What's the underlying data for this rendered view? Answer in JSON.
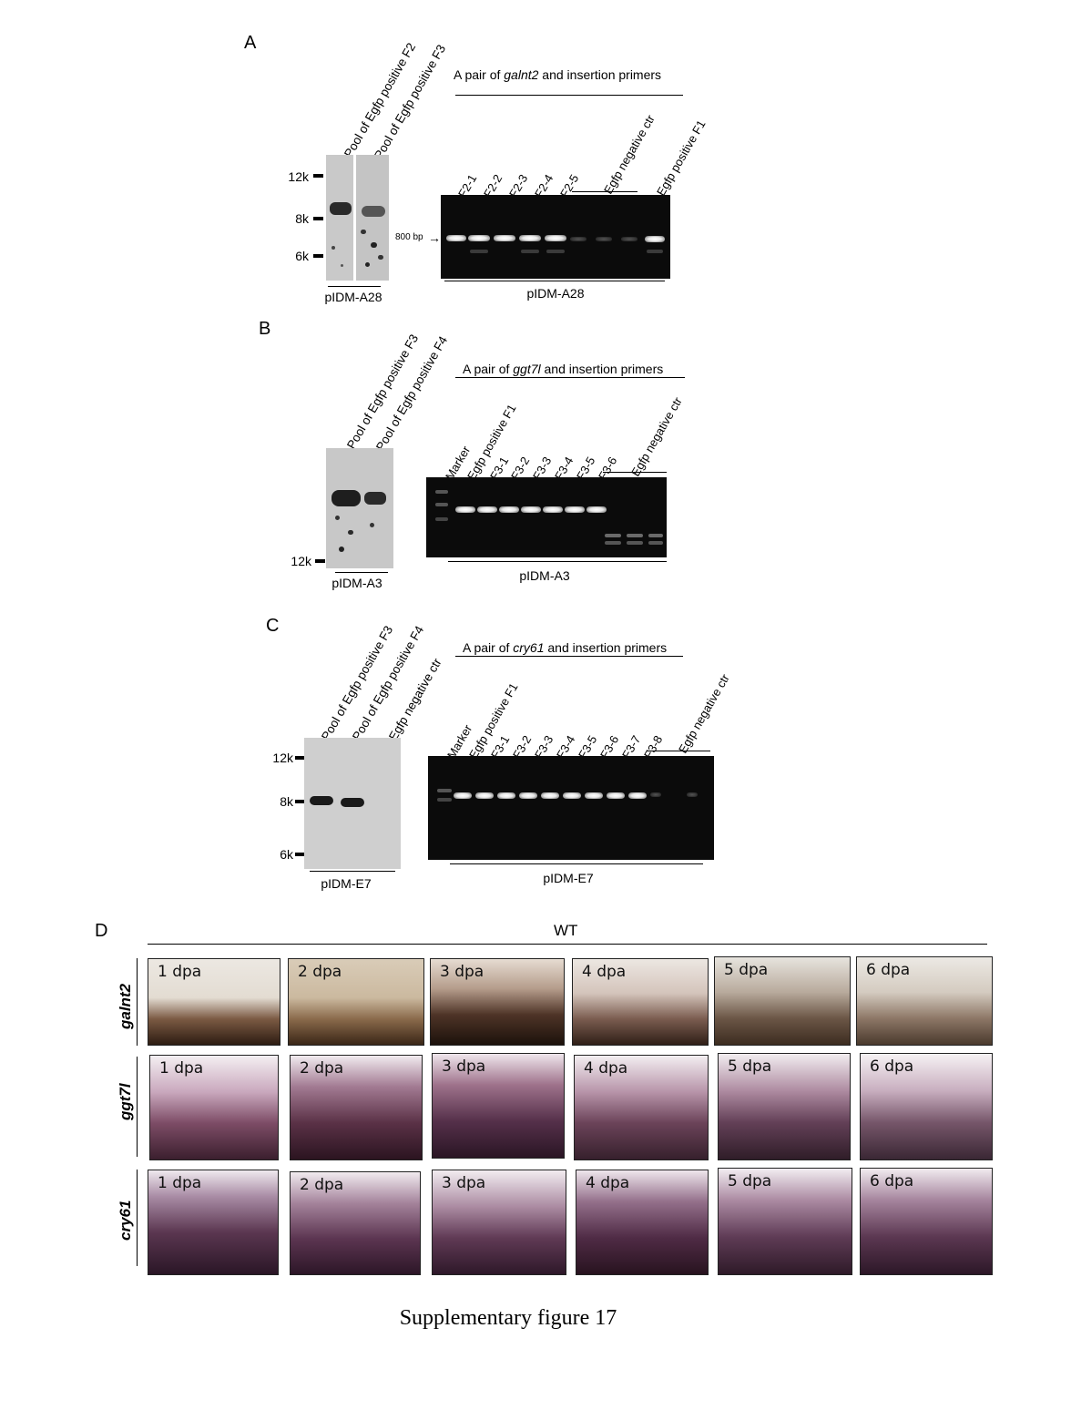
{
  "caption": "Supplementary figure 17",
  "panelA": {
    "label": "A",
    "blot_lanes": [
      "Pool of Egfp positive F2",
      "Pool of Egfp positive F3"
    ],
    "blot_sizes": [
      "12k",
      "8k",
      "6k"
    ],
    "blot_caption": "pIDM-A28",
    "pcr_title_pre": "A pair of ",
    "pcr_gene": "galnt2",
    "pcr_title_post": " and insertion primers",
    "pcr_lanes": [
      "F2-1",
      "F2-2",
      "F2-3",
      "F2-4",
      "F2-5"
    ],
    "pcr_neg": "Egfp negative ctr",
    "pcr_pos": "Egfp positive F1",
    "marker_bp": "800 bp",
    "pcr_caption": "pIDM-A28"
  },
  "panelB": {
    "label": "B",
    "blot_lanes": [
      "Pool of Egfp positive F3",
      "Pool of Egfp positive F4"
    ],
    "blot_sizes": [
      "12k"
    ],
    "blot_caption": "pIDM-A3",
    "pcr_title_pre": "A pair of ",
    "pcr_gene": "ggt7l",
    "pcr_title_post": " and insertion primers",
    "pcr_lanes": [
      "Marker",
      "Egfp positive F1",
      "F3-1",
      "F3-2",
      "F3-3",
      "F3-4",
      "F3-5",
      "F3-6"
    ],
    "pcr_neg": "Egfp negative ctr",
    "pcr_caption": "pIDM-A3"
  },
  "panelC": {
    "label": "C",
    "blot_lanes": [
      "Pool of Egfp positive F3",
      "Pool of Egfp positive F4",
      "Egfp negative ctr"
    ],
    "blot_sizes": [
      "12k",
      "8k",
      "6k"
    ],
    "blot_caption": "pIDM-E7",
    "pcr_title_pre": "A pair of ",
    "pcr_gene": "cry61",
    "pcr_title_post": " and insertion primers",
    "pcr_lanes": [
      "Marker",
      "Egfp positive F1",
      "F3-1",
      "F3-2",
      "F3-3",
      "F3-4",
      "F3-5",
      "F3-6",
      "F3-7",
      "F3-8"
    ],
    "pcr_neg": "Egfp negative ctr",
    "pcr_caption": "pIDM-E7"
  },
  "panelD": {
    "label": "D",
    "header": "WT",
    "genes": [
      "galnt2",
      "ggt7l",
      "cry61"
    ],
    "timepoints": [
      "1 dpa",
      "2 dpa",
      "3 dpa",
      "4 dpa",
      "5 dpa",
      "6 dpa"
    ]
  }
}
